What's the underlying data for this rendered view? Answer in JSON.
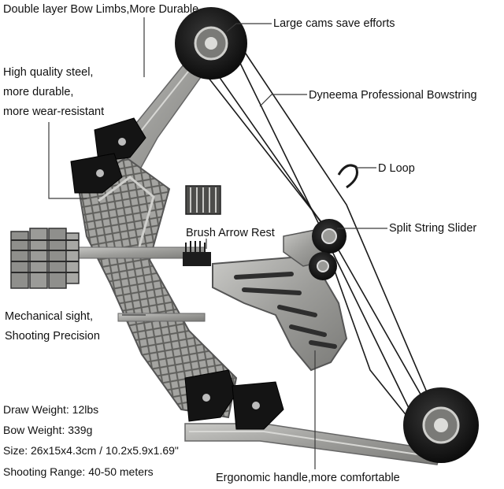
{
  "labels": {
    "limbs": "Double layer Bow Limbs,More Durable",
    "cams": "Large cams save efforts",
    "steel_1": "High quality steel,",
    "steel_2": "more durable,",
    "steel_3": "more wear-resistant",
    "bowstring": "Dyneema Professional Bowstring",
    "dloop": "D Loop",
    "slider": "Split String Slider",
    "rest": "Brush Arrow Rest",
    "sight_1": "Mechanical sight,",
    "sight_2": "Shooting Precision",
    "handle": "Ergonomic handle,more comfortable"
  },
  "specs": {
    "draw_weight": "Draw Weight: 12lbs",
    "bow_weight": "Bow Weight: 339g",
    "size": "Size: 26x15x4.3cm / 10.2x5.9x1.69\"",
    "range": "Shooting Range: 40-50 meters"
  },
  "colors": {
    "steel": "#a9a9a6",
    "steel_dark": "#6d6d6a",
    "black_part": "#141414",
    "string": "#1a1a1a",
    "leader_line": "#3a3a3a"
  }
}
